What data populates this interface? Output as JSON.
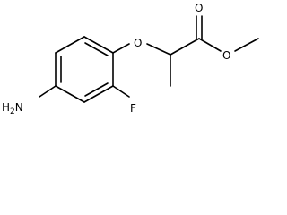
{
  "molecule": {
    "atoms": {
      "amine": "H2N",
      "fluorine": "F",
      "ether_oxygen": "O",
      "carbonyl_oxygen": "O",
      "ester_oxygen": "O"
    }
  },
  "colors": {
    "bond": "#000000",
    "label": "#000000",
    "background": "#ffffff"
  }
}
